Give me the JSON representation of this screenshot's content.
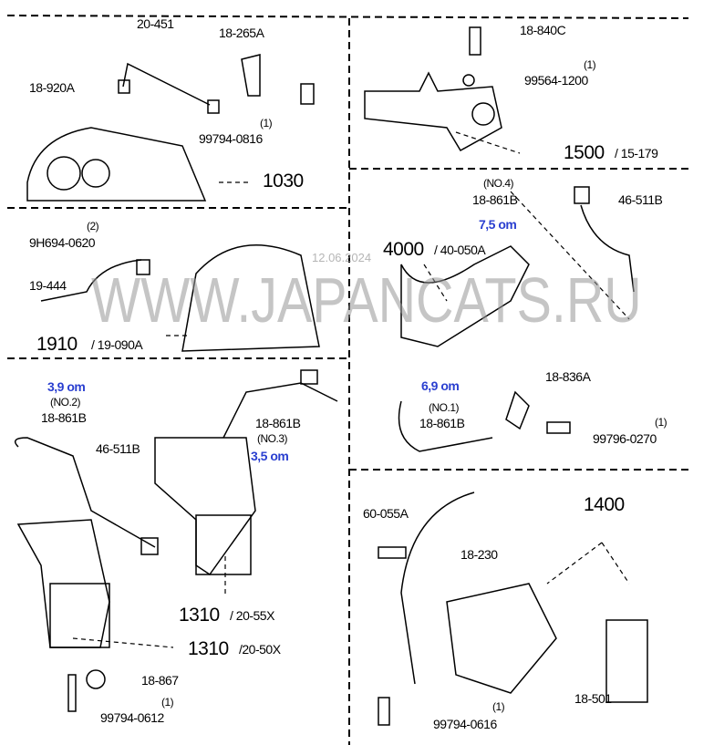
{
  "watermark": "WWW.JAPANCATS.RU",
  "date": "12.06.2024",
  "labels": {
    "p20_451": "20-451",
    "p18_265A": "18-265A",
    "p18_920A": "18-920A",
    "q1a": "(1)",
    "p99794_0816": "99794-0816",
    "ref1030": "1030",
    "p18_840C": "18-840C",
    "q1b": "(1)",
    "p99564_1200": "99564-1200",
    "ref1500": "1500",
    "ref15_179": "/ 15-179",
    "q2": "(2)",
    "p9H694_0620": "9H694-0620",
    "p19_444": "19-444",
    "ref1910": "1910",
    "ref19_090A": "/ 19-090A",
    "no4": "(NO.4)",
    "p18_861B_4": "18-861B",
    "p46_511B_a": "46-511B",
    "ref4000": "4000",
    "ref40_050A": "/ 40-050A",
    "no2": "(NO.2)",
    "p18_861B_2": "18-861B",
    "p46_511B_b": "46-511B",
    "p18_861B_3": "18-861B",
    "no3": "(NO.3)",
    "ref1310a": "1310",
    "ref20_55X": "/ 20-55X",
    "ref1310b": "1310",
    "ref20_50X": "/20-50X",
    "p18_867": "18-867",
    "q1c": "(1)",
    "p99794_0612": "99794-0612",
    "p18_836A": "18-836A",
    "no1": "(NO.1)",
    "p18_861B_1": "18-861B",
    "q1d": "(1)",
    "p99796_0270": "99796-0270",
    "p60_055A": "60-055A",
    "p18_230": "18-230",
    "ref1400": "1400",
    "p18_501": "18-501",
    "q1e": "(1)",
    "p99794_0616": "99794-0616"
  },
  "annotations": {
    "no4": "7,5 om",
    "no1": "6,9 om",
    "no2": "3,9 om",
    "no3": "3,5 om"
  }
}
